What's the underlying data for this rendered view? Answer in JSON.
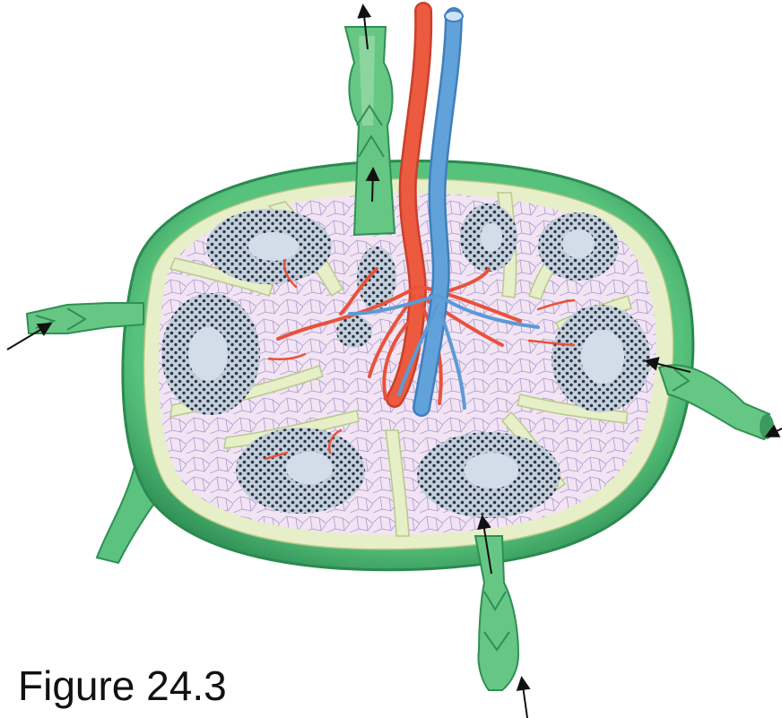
{
  "caption": "Figure 24.3",
  "colors": {
    "capsule": "#3fae6a",
    "capsule_dark": "#2f8f55",
    "vessel_green": "#7ccf8f",
    "vessel_light": "#c9ecc8",
    "trabecula": "#e6efc7",
    "trabecula_line": "#b8c98a",
    "sinus_bg": "#f2e2f2",
    "reticular": "#9b8fc6",
    "follicle_dot": "#2d3a4a",
    "germinal_center": "#c9d6e6",
    "artery": "#e8523a",
    "vein": "#5b9bd5",
    "arrow": "#111111"
  },
  "icons": [
    "afferent-lymphatic-vessel",
    "efferent-lymphatic-vessel",
    "artery",
    "vein",
    "lymphoid-follicle",
    "trabecula",
    "flow-arrow"
  ]
}
